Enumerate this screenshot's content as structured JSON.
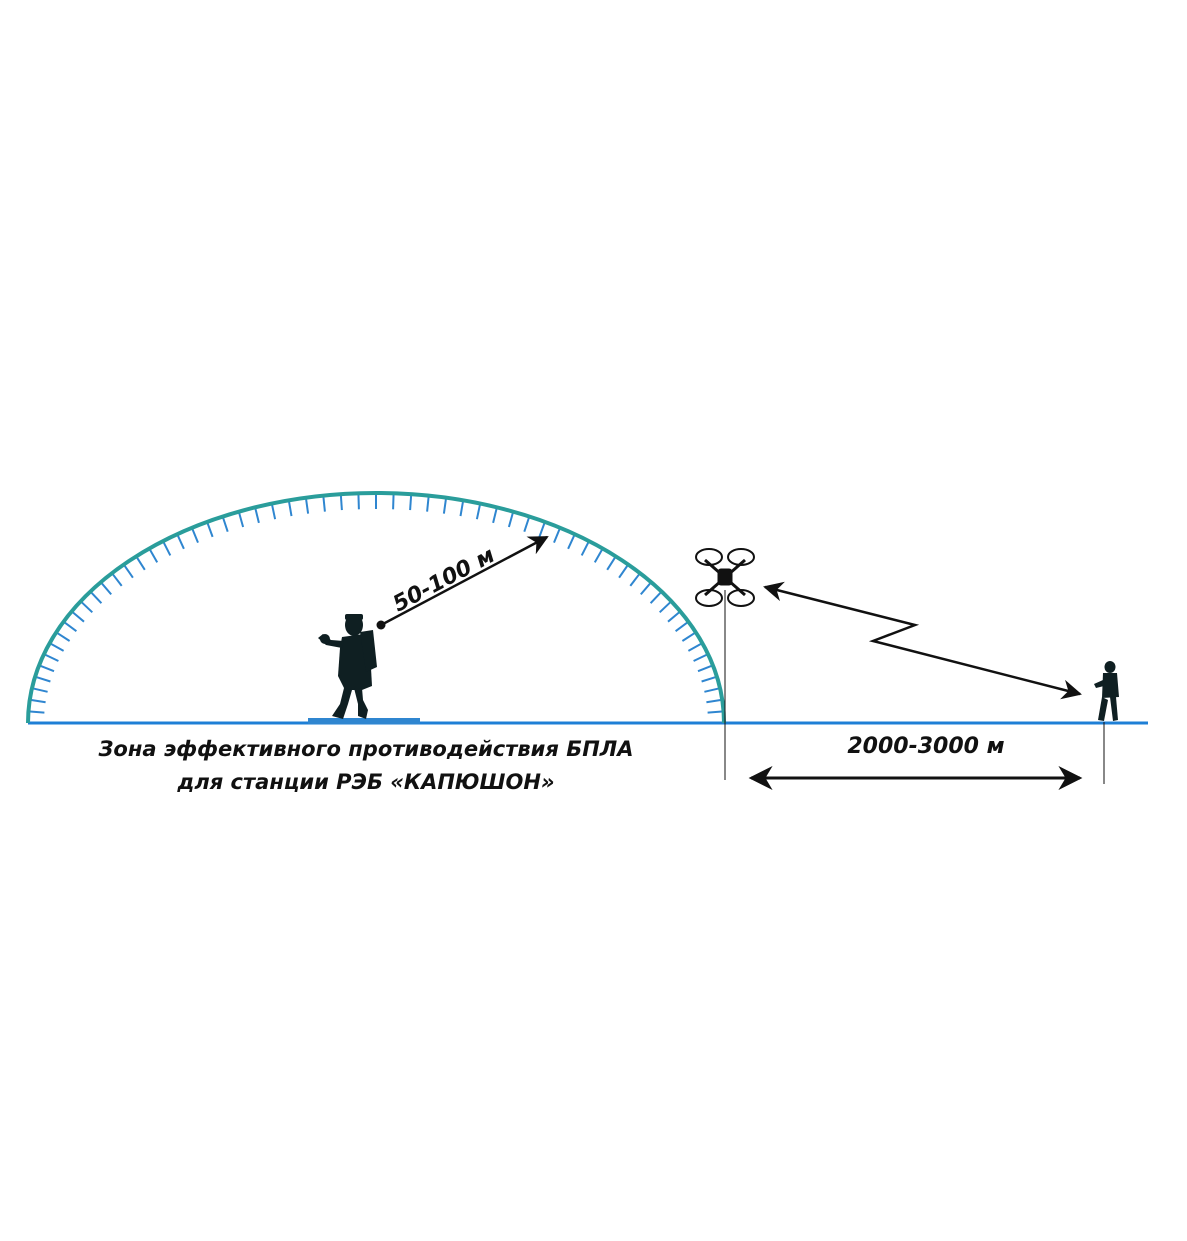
{
  "caption": {
    "line1": "Зона эффективного противодействия БПЛА",
    "line2": "для станции РЭБ «КАПЮШОН»"
  },
  "labels": {
    "radius": "50-100 м",
    "distance": "2000-3000 м"
  },
  "colors": {
    "ground": "#1e7fd6",
    "dome": "#2a9d9b",
    "ticks": "#2f86d0",
    "silhouette": "#0f1f22",
    "text": "#111111"
  },
  "icons": {
    "drone": "quadcopter-icon",
    "operator": "person-silhouette-icon",
    "soldier": "soldier-with-backpack-icon"
  }
}
